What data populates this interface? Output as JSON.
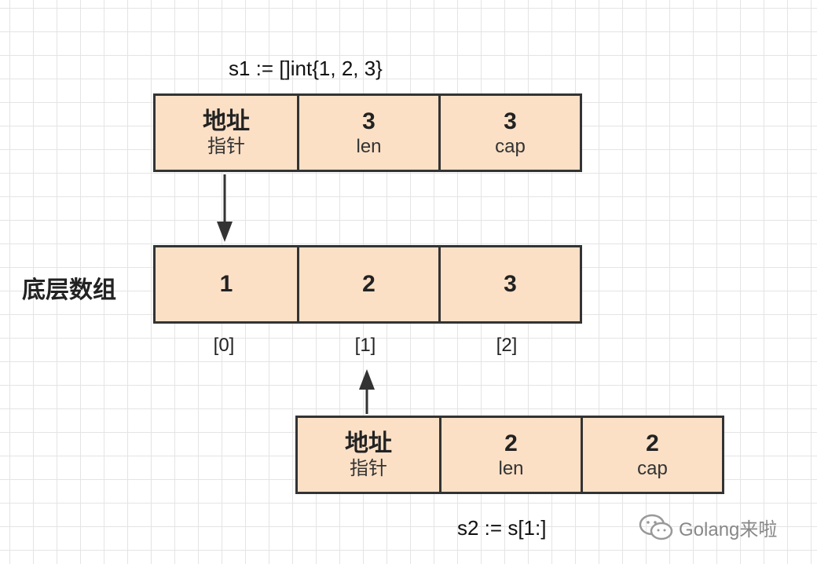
{
  "s1": {
    "code": "s1 := []int{1, 2, 3}",
    "cells": [
      {
        "main": "地址",
        "sub": "指针"
      },
      {
        "main": "3",
        "sub": "len"
      },
      {
        "main": "3",
        "sub": "cap"
      }
    ]
  },
  "array": {
    "label": "底层数组",
    "cells": [
      "1",
      "2",
      "3"
    ],
    "indices": [
      "[0]",
      "[1]",
      "[2]"
    ]
  },
  "s2": {
    "code": "s2 := s[1:]",
    "cells": [
      {
        "main": "地址",
        "sub": "指针"
      },
      {
        "main": "2",
        "sub": "len"
      },
      {
        "main": "2",
        "sub": "cap"
      }
    ]
  },
  "watermark": {
    "text": "Golang来啦",
    "icon": "wechat-icon"
  },
  "colors": {
    "cell_fill": "#fbe0c6",
    "border": "#333333",
    "grid": "#e4e4e4"
  }
}
